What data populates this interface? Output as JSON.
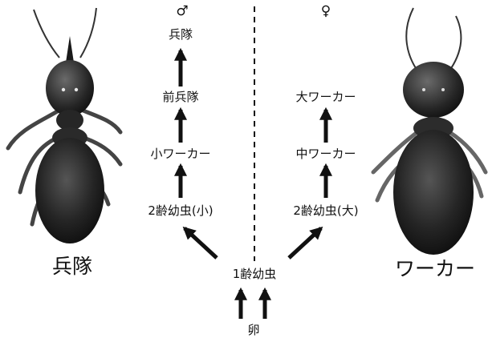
{
  "male": {
    "symbol": "♂",
    "stages": [
      "兵隊",
      "前兵隊",
      "小ワーカー",
      "2齢幼虫(小)"
    ],
    "caste_label": "兵隊"
  },
  "female": {
    "symbol": "♀",
    "stages": [
      "大ワーカー",
      "中ワーカー",
      "2齢幼虫(大)"
    ],
    "caste_label": "ワーカー"
  },
  "root_stage": "1齢幼虫",
  "egg": "卵"
}
